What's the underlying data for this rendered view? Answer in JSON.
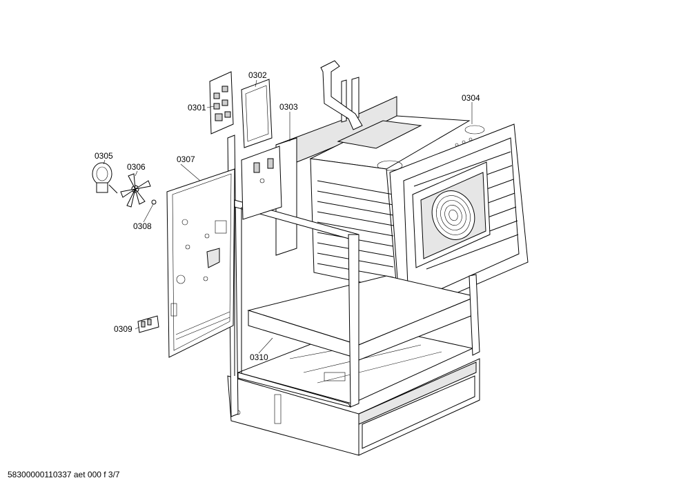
{
  "diagram": {
    "part_labels": {
      "p0301": "0301",
      "p0302": "0302",
      "p0303": "0303",
      "p0304": "0304",
      "p0305": "0305",
      "p0306": "0306",
      "p0307": "0307",
      "p0308": "0308",
      "p0309": "0309",
      "p0310": "0310"
    },
    "footer": "58300000110337 aet 000 f 3/7"
  }
}
